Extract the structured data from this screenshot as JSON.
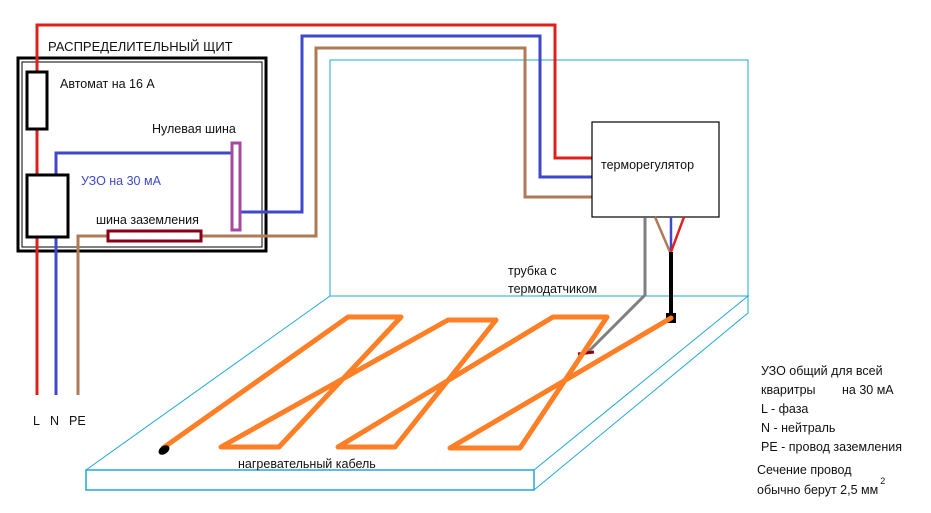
{
  "colors": {
    "phase": "#e0201b",
    "neutral": "#3f48cc",
    "ground": "#b07a57",
    "neutral_bus": "#a349a4",
    "ground_bus": "#880015",
    "heating_cable": "#ff7f27",
    "sensor_tube": "#7f7f7f",
    "floor_outline": "#22a8d8"
  },
  "panel": {
    "title": "РАСПРЕДЕЛИТЕЛЬНЫЙ ЩИТ",
    "breaker": "Автомат на 16 А",
    "neutral_bus": "Нулевая шина",
    "rcd": "УЗО на 30 мА",
    "ground_bus": "шина заземления"
  },
  "thermostat": {
    "label": "терморегулятор"
  },
  "sensor": {
    "line1": "трубка с",
    "line2": "термодатчиком"
  },
  "cable": {
    "label": "нагревательный кабель"
  },
  "wires": {
    "l": "L",
    "n": "N",
    "pe": "PE"
  },
  "legend": {
    "line1": "УЗО общий для всей",
    "line2a": "кваритры",
    "line2b": "на 30 мА",
    "line3": "L  - фаза",
    "line4": "N - нейтраль",
    "line5": "PE  - провод заземления",
    "note1": "Сечение провод",
    "note2": "обычно берут 2,5 мм",
    "note2_sup": "2"
  }
}
